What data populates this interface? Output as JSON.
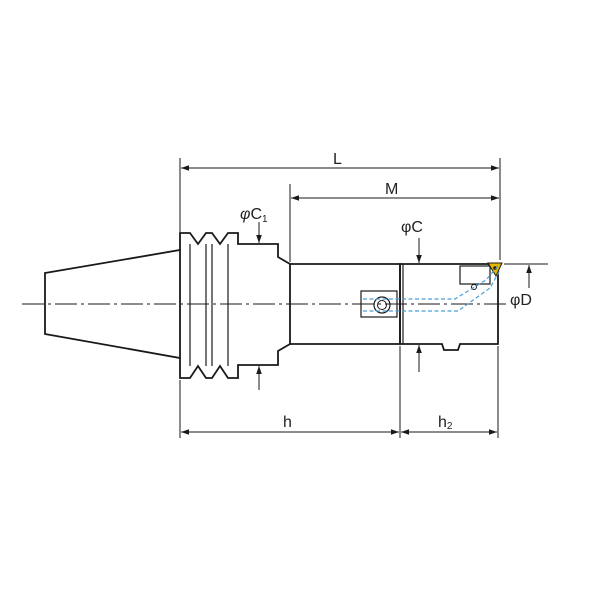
{
  "labels": {
    "L": "L",
    "M": "M",
    "C1_phi": "φ",
    "C1_letter": "C",
    "C1_sub": "1",
    "C_label": "φC",
    "D_label": "φD",
    "h": "h",
    "h2_letter": "h",
    "h2_sub": "2"
  },
  "colors": {
    "line": "#1a1a1a",
    "coolant": "#4a9fd8",
    "insert": "#e8b800"
  }
}
